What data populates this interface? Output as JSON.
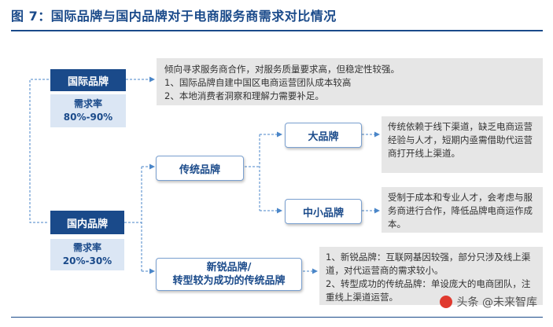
{
  "title": "图 7：国际品牌与国内品牌对于电商服务商需求对比情况",
  "intl": {
    "label": "国际品牌",
    "demand_label": "需求率",
    "demand_value": "80%-90%",
    "desc": "倾向寻求服务商合作，对服务质量要求高，但稳定性较强。\n1、国际品牌自建中国区电商运营团队成本较高\n2、本地消费者洞察和理解力需要补足。"
  },
  "domestic": {
    "label": "国内品牌",
    "demand_label": "需求率",
    "demand_value": "20%-30%"
  },
  "traditional": {
    "label": "传统品牌",
    "big": {
      "label": "大品牌",
      "desc": "传统依赖于线下渠道，缺乏电商运营经验与人才，短期内亟需借助代运营商打开线上渠道。"
    },
    "small": {
      "label": "中小品牌",
      "desc": "受制于成本和专业人才，会考虑与服务商进行合作，降低品牌电商运作成本。"
    }
  },
  "emerging": {
    "label_line1": "新锐品牌/",
    "label_line2": "转型较为成功的传统品牌",
    "desc": "1、新锐品牌：互联网基因较强，部分只涉及线上渠道，对代运营商的需求较小。\n2、转型成功的传统品牌：单设庞大的电商团队，注重线上渠道运营。"
  },
  "watermark": "头条 @未来智库",
  "colors": {
    "navy": "#1a4a8a",
    "light_blue": "#dbe6f4",
    "gray": "#e6e6e6",
    "connector": "#4a86c8"
  }
}
